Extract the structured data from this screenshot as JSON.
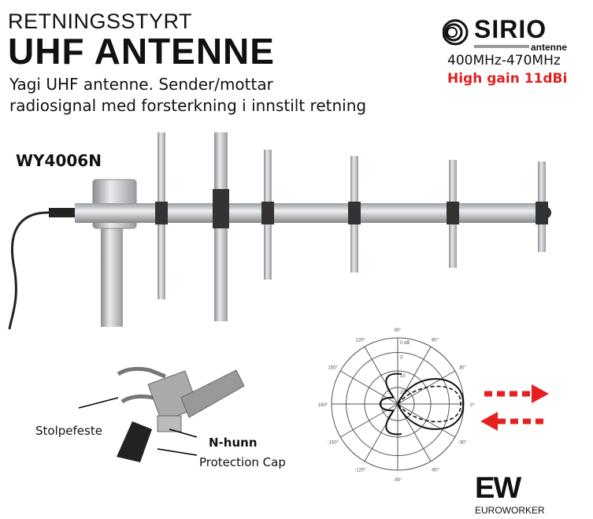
{
  "header": {
    "kicker": "RETNINGSSTYRT",
    "title": "UHF ANTENNE",
    "description_line1": "Yagi UHF antenne. Sender/mottar",
    "description_line2": "radiosignal med forsterkning i innstilt retning"
  },
  "brand": {
    "name": "SIRIO",
    "tagline": "antenne",
    "frequency": "400MHz-470MHz",
    "gain": "High gain 11dBi",
    "gain_color": "#e02020"
  },
  "product": {
    "model": "WY4006N"
  },
  "callouts": {
    "mount": "Stolpefeste",
    "connector": "N-hunn",
    "cap": "Protection Cap"
  },
  "polar": {
    "angles": [
      "90°",
      "60°",
      "30°",
      "0°",
      "-30°",
      "-60°",
      "-90°",
      "-120°",
      "-150°",
      "180°",
      "150°",
      "120°"
    ],
    "rings": [
      "0 dB",
      "3",
      "10",
      "20"
    ]
  },
  "footer": {
    "logo_mark": "EW",
    "logo_text": "EUROWORKER"
  }
}
